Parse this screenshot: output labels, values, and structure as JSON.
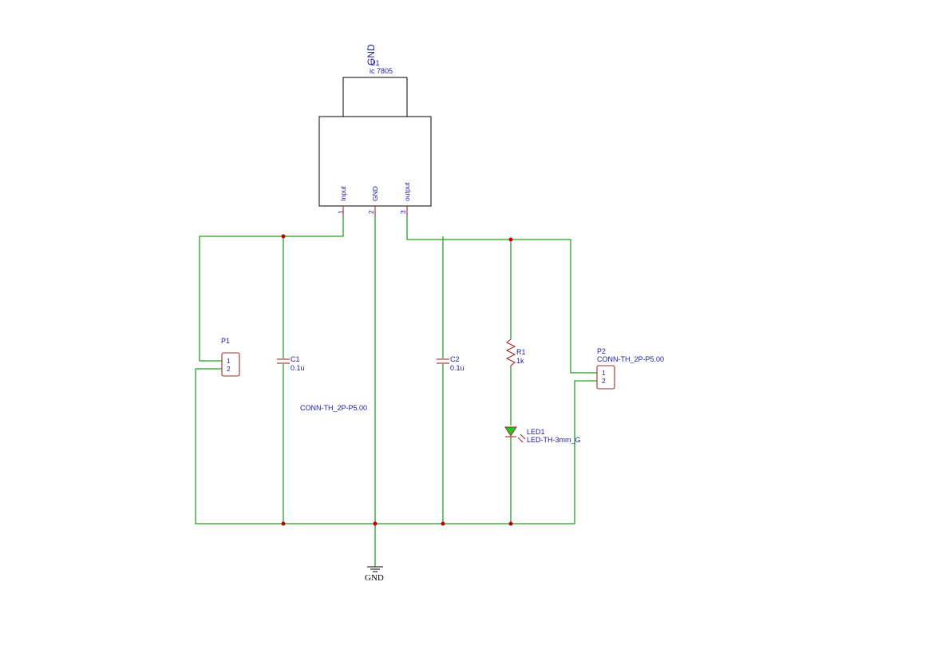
{
  "schematic": {
    "regulator": {
      "designator": "U1",
      "value": "ic 7805",
      "top_label": "GND",
      "pins": [
        {
          "number": "1",
          "name": "Input"
        },
        {
          "number": "2",
          "name": "GND"
        },
        {
          "number": "3",
          "name": "output"
        }
      ]
    },
    "p1": {
      "designator": "P1",
      "pins": [
        "1",
        "2"
      ]
    },
    "p2": {
      "designator": "P2",
      "value": "CONN-TH_2P-P5.00",
      "pins": [
        "1",
        "2"
      ]
    },
    "c1": {
      "designator": "C1",
      "value": "0.1u"
    },
    "c2": {
      "designator": "C2",
      "value": "0.1u"
    },
    "r1": {
      "designator": "R1",
      "value": "1k"
    },
    "led1": {
      "designator": "LED1",
      "value": "LED-TH-3mm_G"
    },
    "floating_label": "CONN-TH_2P-P5.00",
    "gnd_symbol_label": "GND",
    "colors": {
      "wire": "#22a322",
      "junction": "#c00000",
      "component": "#a52a2a",
      "text": "#1a1aa6",
      "led_fill": "#22cc22"
    }
  }
}
